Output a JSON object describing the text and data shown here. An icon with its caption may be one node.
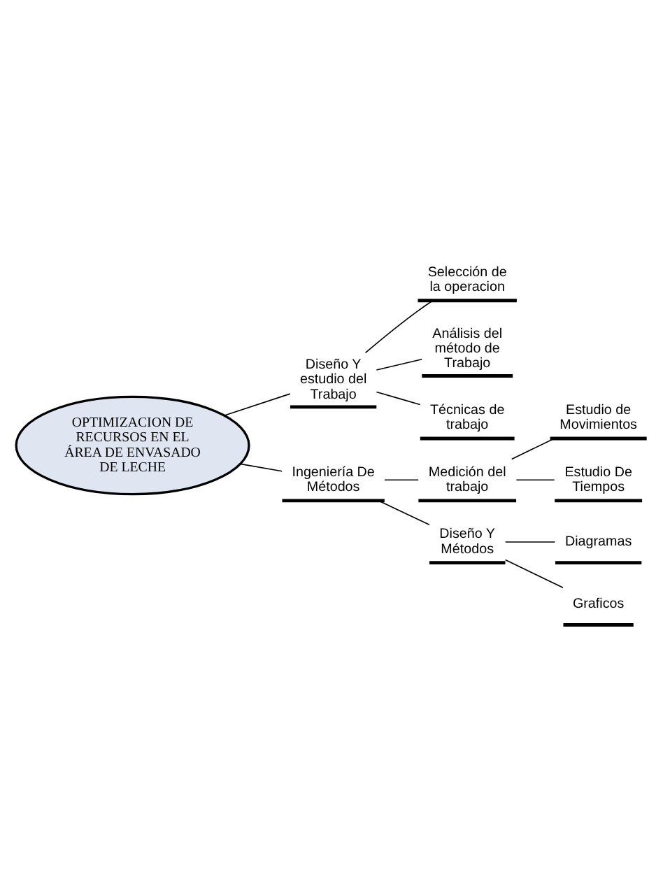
{
  "diagram": {
    "nodes": [
      {
        "text": [
          "OPTIMIZACION DE RECURSOS EN EL ÁREA DE ENVASADO DE LECHE"
        ]
      },
      {
        "text": [
          "Diseño Y estudio del Trabajo"
        ]
      },
      {
        "text": [
          "Selección de la operacion"
        ]
      },
      {
        "text": [
          "Análisis del método de Trabajo"
        ]
      },
      {
        "text": [
          "Técnicas de trabajo"
        ]
      },
      {
        "text": [
          "Ingeniería De Métodos"
        ]
      },
      {
        "text": [
          "Medición del trabajo"
        ]
      },
      {
        "text": [
          "Estudio de Movimientos"
        ]
      },
      {
        "text": [
          "Estudio De Tiempos"
        ]
      },
      {
        "text": [
          "Diseño Y Métodos"
        ]
      },
      {
        "text": [
          "Diagramas"
        ]
      },
      {
        "text": [
          "Graficos"
        ]
      }
    ],
    "edges": [
      {
        "from": 0,
        "to": 1,
        "arrow": "none"
      },
      {
        "from": 1,
        "to": 2,
        "arrow": "none"
      },
      {
        "from": 1,
        "to": 3,
        "arrow": "none"
      },
      {
        "from": 1,
        "to": 4,
        "arrow": "none"
      },
      {
        "from": 0,
        "to": 5,
        "arrow": "none"
      },
      {
        "from": 5,
        "to": 6,
        "arrow": "none"
      },
      {
        "from": 6,
        "to": 7,
        "arrow": "none"
      },
      {
        "from": 6,
        "to": 8,
        "arrow": "none"
      },
      {
        "from": 5,
        "to": 9,
        "arrow": "none"
      },
      {
        "from": 9,
        "to": 10,
        "arrow": "none"
      },
      {
        "from": 9,
        "to": 11,
        "arrow": "none"
      }
    ]
  }
}
